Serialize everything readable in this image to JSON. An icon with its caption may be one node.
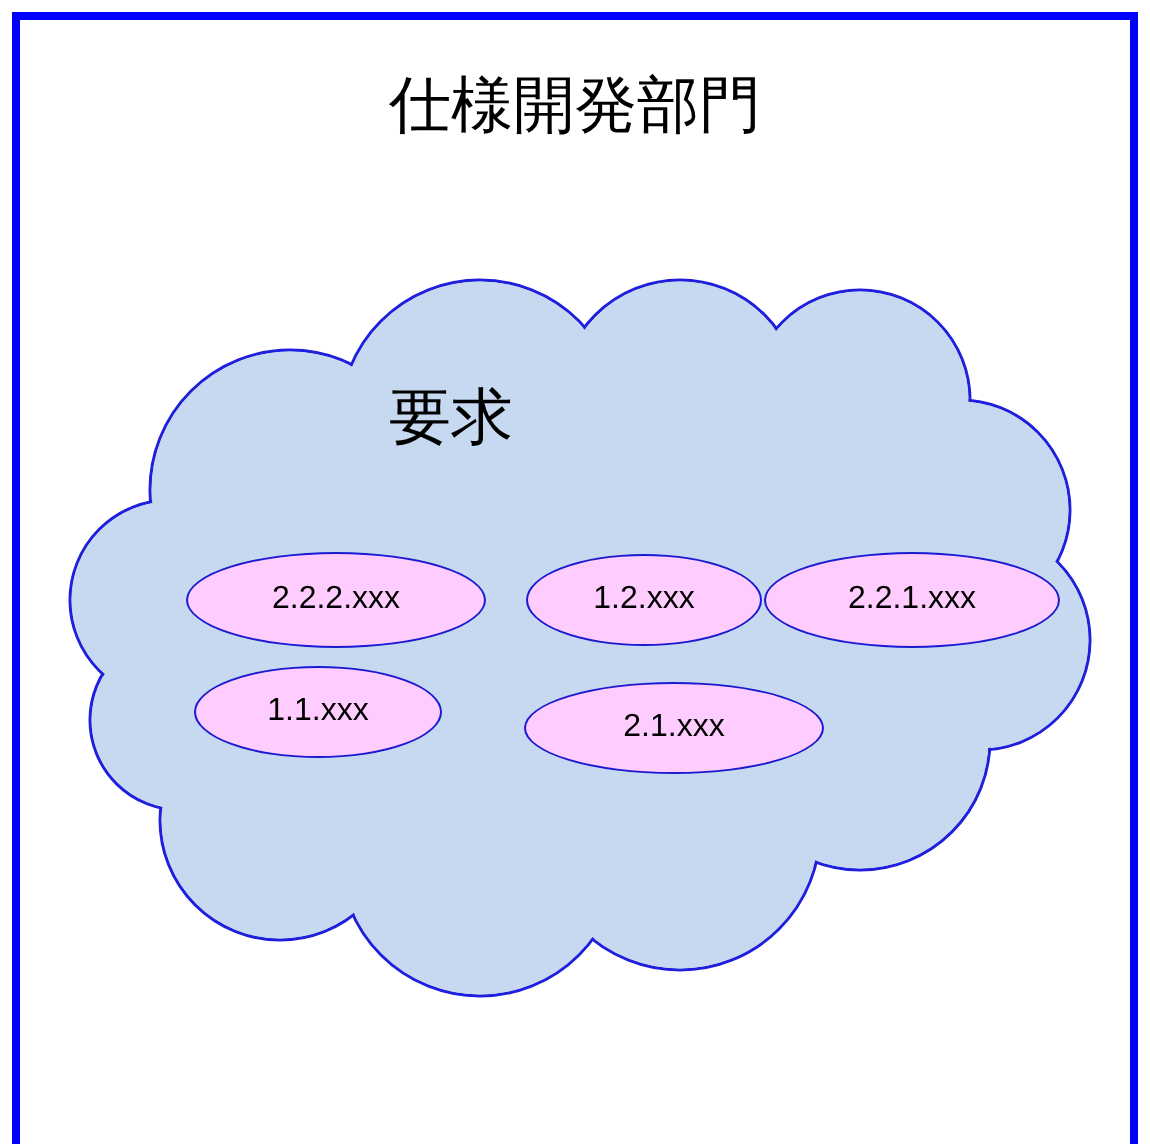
{
  "diagram": {
    "nodes": [
      {
        "text": [
          "仕様開発部門"
        ]
      },
      {
        "text": [
          "要求"
        ],
        "in": 0
      },
      {
        "text": [
          "2.2.2.xxx"
        ],
        "in": 1
      },
      {
        "text": [
          "1.2.xxx"
        ],
        "in": 1
      },
      {
        "text": [
          "2.2.1.xxx"
        ],
        "in": 1
      },
      {
        "text": [
          "1.1.xxx"
        ],
        "in": 1
      },
      {
        "text": [
          "2.1.xxx"
        ],
        "in": 1
      }
    ]
  }
}
